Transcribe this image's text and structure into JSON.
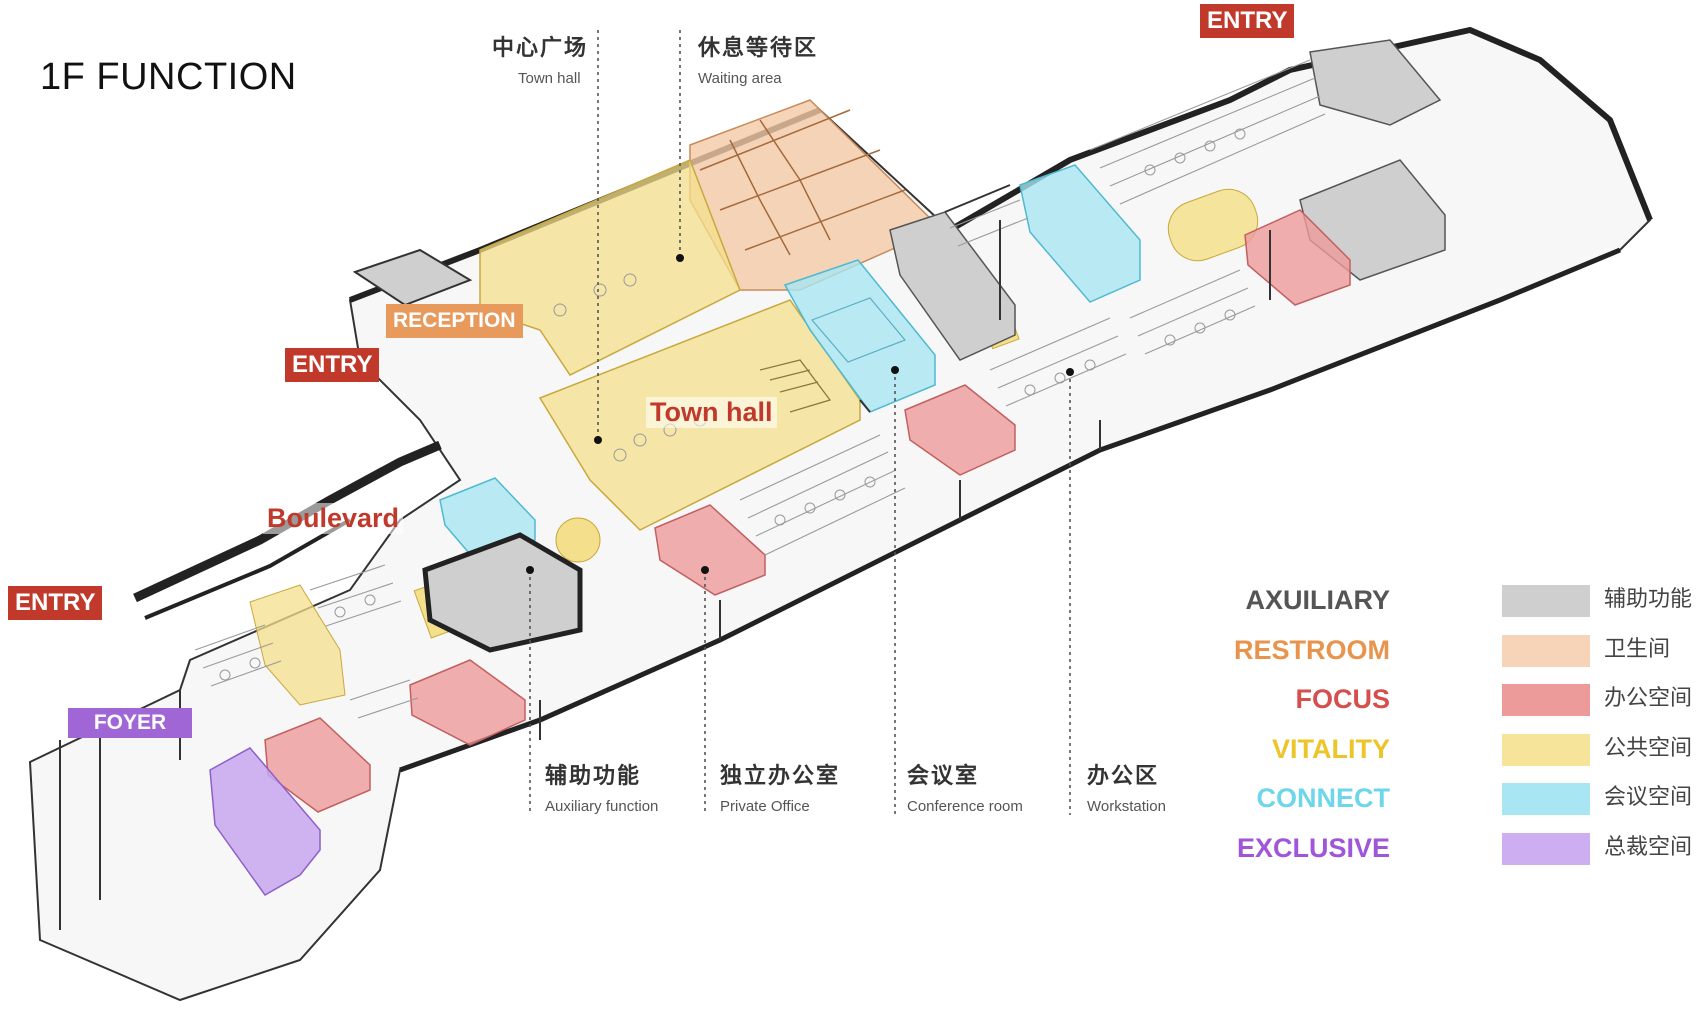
{
  "title": "1F FUNCTION",
  "colors": {
    "auxiliary": "#cfcfcf",
    "restroom": "#f3c9a6",
    "focus": "#ec9a9a",
    "vitality": "#f4e08c",
    "connect": "#a9e6f3",
    "exclusive": "#c7a7ee",
    "entry_tag": "#c0392b",
    "reception_tag": "#e89a5c",
    "foyer_tag": "#a066d6",
    "zone_label": "#c0392b"
  },
  "tags": {
    "entry_top": "ENTRY",
    "entry_mid": "ENTRY",
    "entry_left": "ENTRY",
    "reception": "RECEPTION",
    "foyer": "FOYER"
  },
  "zones": {
    "town_hall": "Town hall",
    "boulevard": "Boulevard"
  },
  "callouts": {
    "town_hall": {
      "cn": "中心广场",
      "en": "Town hall"
    },
    "waiting": {
      "cn": "休息等待区",
      "en": "Waiting area"
    },
    "auxiliary": {
      "cn": "辅助功能",
      "en": "Auxiliary function"
    },
    "private_office": {
      "cn": "独立办公室",
      "en": "Private Office"
    },
    "conference": {
      "cn": "会议室",
      "en": "Conference room"
    },
    "workstation": {
      "cn": "办公区",
      "en": "Workstation"
    }
  },
  "legend": [
    {
      "key": "AXUILIARY",
      "cn": "辅助功能",
      "color": "#cfcfcf",
      "text_color": "#555555"
    },
    {
      "key": "RESTROOM",
      "cn": "卫生间",
      "color": "#f7d4b8",
      "text_color": "#e8944c"
    },
    {
      "key": "FOCUS",
      "cn": "办公空间",
      "color": "#ec9a9a",
      "text_color": "#d64f4f"
    },
    {
      "key": "VITALITY",
      "cn": "公共空间",
      "color": "#f6e49a",
      "text_color": "#ecc52a"
    },
    {
      "key": "CONNECT",
      "cn": "会议空间",
      "color": "#a9e6f3",
      "text_color": "#6ed6ea"
    },
    {
      "key": "EXCLUSIVE",
      "cn": "总裁空间",
      "color": "#cdaef0",
      "text_color": "#a056d8"
    }
  ]
}
